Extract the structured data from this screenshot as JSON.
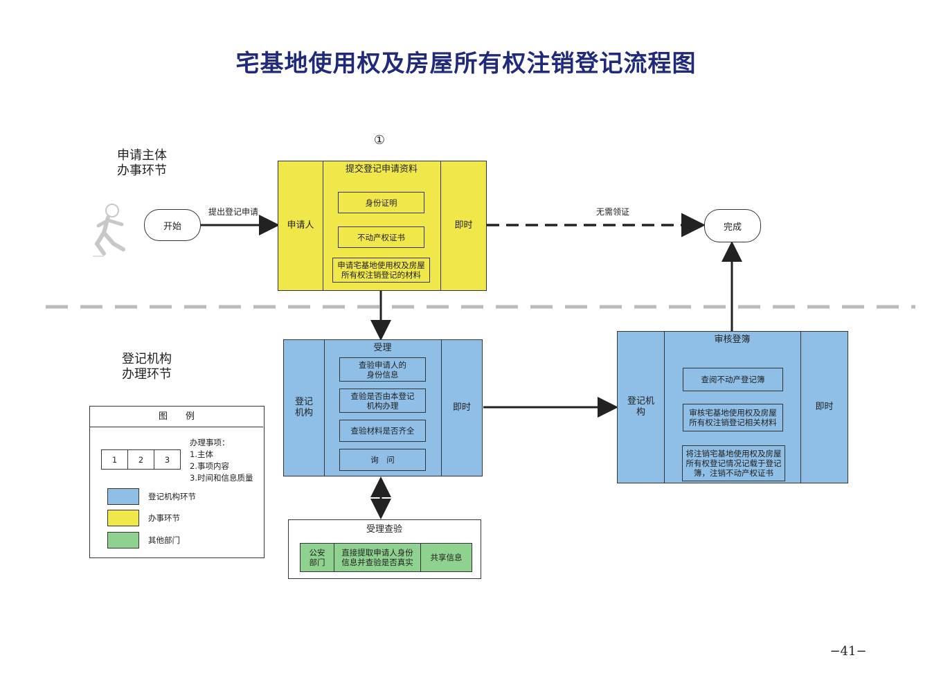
{
  "title": "宅基地使用权及房屋所有权注销登记流程图",
  "lanes": {
    "applicant_line1": "申请主体",
    "applicant_line2": "办事环节",
    "agency_line1": "登记机构",
    "agency_line2": "办理环节"
  },
  "step_number": "①",
  "start": "开始",
  "arrow_apply": "提出登记申请",
  "submit": {
    "left": "申请人",
    "header": "提交登记申请资料",
    "items": [
      "身份证明",
      "不动产权证书",
      "申请宅基地使用权及房屋所有权注销登记的材料"
    ],
    "right": "即时"
  },
  "arrow_no_collect": "无需领证",
  "finish": "完成",
  "accept": {
    "left": "登记机构",
    "header": "受理",
    "items": [
      "查验申请人的身份信息",
      "查验是否由本登记机构办理",
      "查验材料是否齐全",
      "询　问"
    ],
    "right": "即时"
  },
  "review": {
    "left": "登记机构",
    "header": "审核登簿",
    "items": [
      "查阅不动产登记簿",
      "审核宅基地使用权及房屋所有权注销登记相关材料",
      "将注销宅基地使用权及房屋所有权登记情况记载于登记簿，注销不动产权证书"
    ],
    "right": "即时"
  },
  "verify": {
    "header": "受理查验",
    "left": "公安部门",
    "middle": "直接提取申请人身份信息并查验是否真实",
    "right": "共享信息"
  },
  "legend": {
    "title": "图　　例",
    "cells": [
      "1",
      "2",
      "3"
    ],
    "desc_title": "办理事项：",
    "desc_items": [
      "1.主体",
      "2.事项内容",
      "3.时间和信息质量"
    ],
    "swatches": [
      {
        "label": "登记机构环节",
        "color": "#8fbfe6"
      },
      {
        "label": "办事环节",
        "color": "#f0e84a"
      },
      {
        "label": "其他部门",
        "color": "#8fd28f"
      }
    ]
  },
  "page_number": "−41−"
}
